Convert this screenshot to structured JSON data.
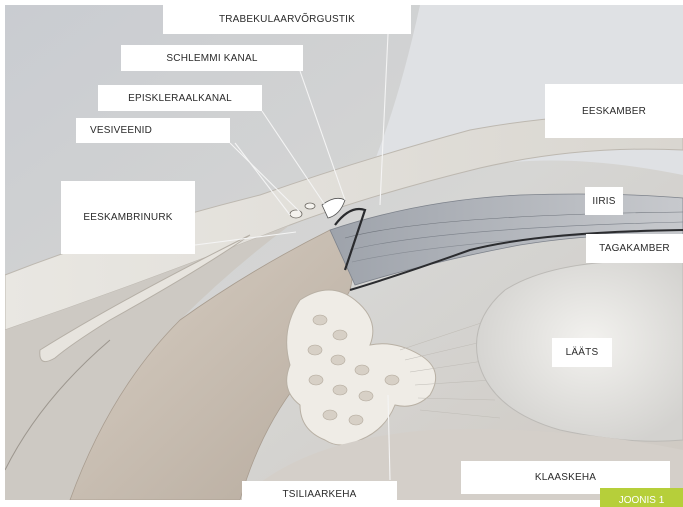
{
  "labels": {
    "trabecular": "TRABEKULAARVÕRGUSTIK",
    "schlemm": "SCHLEMMI KANAL",
    "episcleral": "EPISKLERAALKANAL",
    "aqueous_veins": "VESIVEENID",
    "angle": "EESKAMBRINURK",
    "anterior_chamber": "EESKAMBER",
    "iris": "IIRIS",
    "posterior_chamber": "TAGAKAMBER",
    "lens": "LÄÄTS",
    "vitreous": "KLAASKEHA",
    "ciliary_body": "TSILIAARKEHA"
  },
  "figure_badge": "JOONIS 1",
  "colors": {
    "background": "#ffffff",
    "badge": "#b6cf3a",
    "label_text": "#2a2a2a"
  }
}
